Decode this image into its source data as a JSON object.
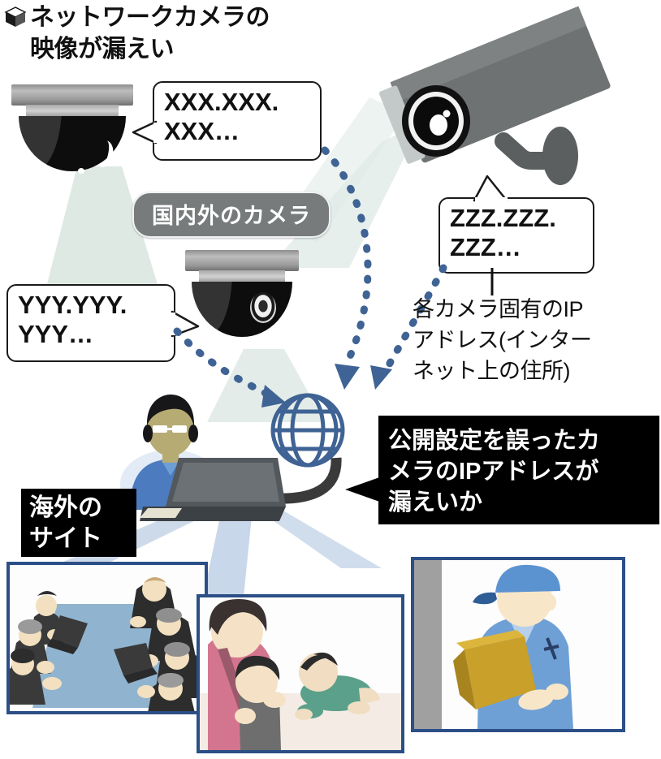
{
  "title": {
    "icon": "cube-icon",
    "line1": "ネットワークカメラの",
    "line2": "映像が漏えい"
  },
  "bubbles": [
    {
      "name": "ip-bubble-xxx",
      "line1": "XXX.XXX.",
      "line2": "XXX…"
    },
    {
      "name": "ip-bubble-zzz",
      "line1": "ZZZ.ZZZ.",
      "line2": "ZZZ…"
    },
    {
      "name": "ip-bubble-yyy",
      "line1": "YYY.YYY.",
      "line2": "YYY…"
    }
  ],
  "pill_label": "国内外のカメラ",
  "annotation": {
    "line1": "各カメラ固有のIP",
    "line2": "アドレス(インター",
    "line3": "ネット上の住所)"
  },
  "callouts": {
    "leak": {
      "line1": "公開設定を誤ったカ",
      "line2": "メラのIPアドレスが",
      "line3": "漏えいか"
    },
    "overseas": {
      "line1": "海外の",
      "line2": "サイト"
    }
  },
  "icons": {
    "globe": "globe-icon",
    "dome_camera": "dome-camera-icon",
    "bullet_camera": "bullet-camera-icon",
    "laptop": "laptop-icon",
    "arrow_black": "black-arrow-icon",
    "arrow_dotted": "dotted-arrow-icon"
  },
  "panels": [
    {
      "name": "panel-meeting-room",
      "caption": ""
    },
    {
      "name": "panel-family-room",
      "caption": ""
    },
    {
      "name": "panel-delivery-worker",
      "caption": ""
    }
  ],
  "colors": {
    "accent_blue": "#3f6394",
    "panel_border": "#2b4f86",
    "pill_gray": "#777b7b",
    "cone_green": "#cde0d6",
    "black": "#000000",
    "box_tan": "#c8a02a",
    "shirt_blue": "#5b8fc9"
  }
}
